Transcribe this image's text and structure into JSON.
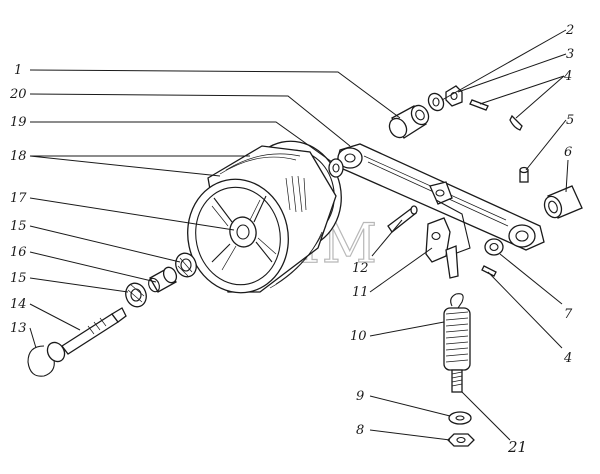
{
  "labels": {
    "l1": "1",
    "l2": "2",
    "l3": "3",
    "l4a": "4",
    "l4b": "4",
    "l5": "5",
    "l6": "6",
    "l7": "7",
    "l8": "8",
    "l9": "9",
    "l10": "10",
    "l11": "11",
    "l12": "12",
    "l13": "13",
    "l14": "14",
    "l15a": "15",
    "l15b": "15",
    "l16": "16",
    "l17": "17",
    "l18": "18",
    "l19": "19",
    "l20": "20",
    "l21": "21"
  },
  "watermark": "СЕЛМ"
}
